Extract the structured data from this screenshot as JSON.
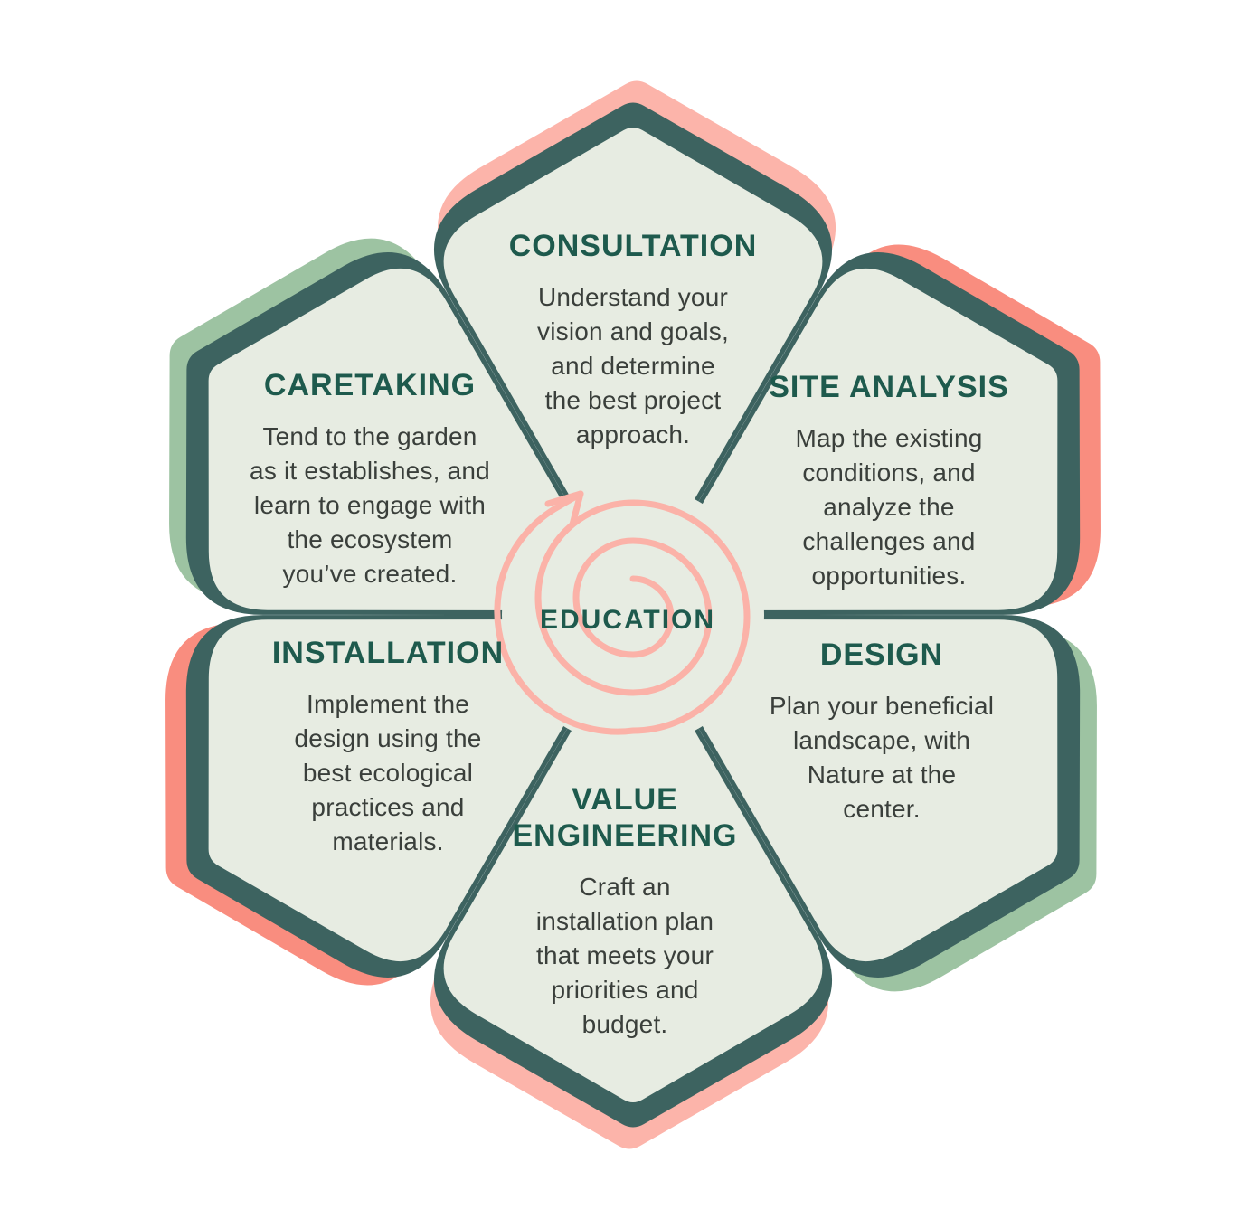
{
  "diagram": {
    "center": {
      "label": "EDUCATION",
      "icon": "spiral-arrow-icon"
    },
    "petals": [
      {
        "id": "consultation",
        "title": "CONSULTATION",
        "body": "Understand your\nvision and goals,\nand determine\nthe best project\napproach.",
        "shadow_color": "#FCB4AA"
      },
      {
        "id": "site-analysis",
        "title": "SITE ANALYSIS",
        "body": "Map the existing\nconditions, and\nanalyze the\nchallenges and\nopportunities.",
        "shadow_color": "#F98D7F"
      },
      {
        "id": "design",
        "title": "DESIGN",
        "body": "Plan your beneficial\nlandscape, with\nNature at the\ncenter.",
        "shadow_color": "#9DC3A2"
      },
      {
        "id": "value-engineering",
        "title": "VALUE\nENGINEERING",
        "body": "Craft an\ninstallation plan\nthat meets your\npriorities and\nbudget.",
        "shadow_color": "#FCB4AA"
      },
      {
        "id": "installation",
        "title": "INSTALLATION",
        "body": "Implement the\ndesign using the\nbest ecological\npractices and\nmaterials.",
        "shadow_color": "#F98D7F"
      },
      {
        "id": "caretaking",
        "title": "CARETAKING",
        "body": "Tend to the garden\nas it establishes, and\nlearn to engage with\nthe ecosystem\nyou’ve created.",
        "shadow_color": "#9DC3A2"
      }
    ],
    "colors": {
      "petal_border": "#3D6360",
      "petal_fill": "#E7ECE2",
      "shadow_light_pink": "#FCB4AA",
      "shadow_coral": "#F98D7F",
      "shadow_green": "#9DC3A2",
      "spiral_pink": "#FBB2A8",
      "title_text": "#1E5A4D",
      "body_text": "#3A3F3B",
      "background": "#FFFFFF"
    }
  }
}
